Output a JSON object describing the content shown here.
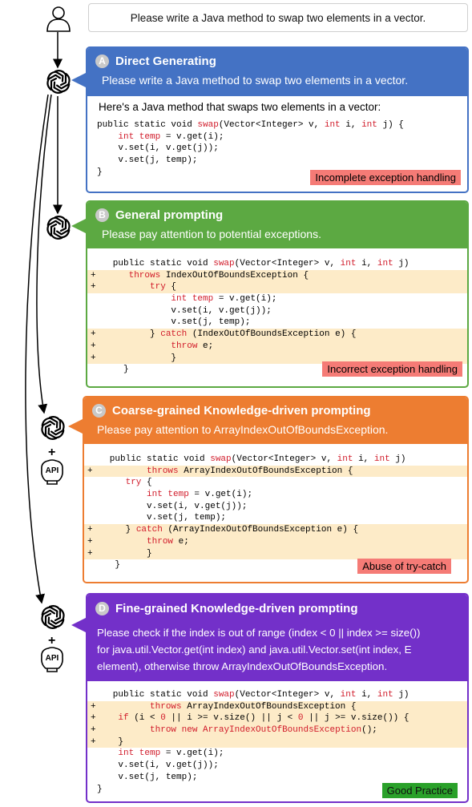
{
  "user_prompt": "Please write a Java method to swap two elements in a vector.",
  "api_label": "API",
  "plus_sign": "+",
  "colors": {
    "A": "#4472c4",
    "B": "#5ca942",
    "C": "#ed7d31",
    "D": "#7330c9"
  },
  "panels": {
    "A": {
      "letter": "A",
      "title": "Direct Generating",
      "prompt": "Please write a Java method to swap two elements in a vector.",
      "intro": "Here's a Java method that swaps two elements in a vector:",
      "code": [
        [
          {
            "t": "public static void "
          },
          {
            "t": "swap",
            "k": 1
          },
          {
            "t": "(Vector<Integer> v, "
          },
          {
            "t": "int",
            "k": 1
          },
          {
            "t": " i, "
          },
          {
            "t": "int",
            "k": 1
          },
          {
            "t": " j) {"
          }
        ],
        [
          {
            "t": "    "
          },
          {
            "t": "int temp",
            "k": 1
          },
          {
            "t": " = v.get(i);"
          }
        ],
        [
          {
            "t": "    v.set(i, v.get(j));"
          }
        ],
        [
          {
            "t": "    v.set(j, temp);"
          }
        ],
        [
          {
            "t": "}"
          }
        ]
      ],
      "tag": "Incomplete exception handling"
    },
    "B": {
      "letter": "B",
      "title": "General prompting",
      "prompt": "Please pay attention to potential exceptions.",
      "code": [
        {
          "add": false,
          "s": [
            {
              "t": "   public static void "
            },
            {
              "t": "swap",
              "k": 1
            },
            {
              "t": "(Vector<Integer> v, "
            },
            {
              "t": "int",
              "k": 1
            },
            {
              "t": " i, "
            },
            {
              "t": "int",
              "k": 1
            },
            {
              "t": " j)"
            }
          ]
        },
        {
          "add": true,
          "s": [
            {
              "t": "      "
            },
            {
              "t": "throws",
              "k": 1
            },
            {
              "t": " IndexOutOfBoundsException {"
            }
          ]
        },
        {
          "add": true,
          "s": [
            {
              "t": "          "
            },
            {
              "t": "try",
              "k": 1
            },
            {
              "t": " {"
            }
          ]
        },
        {
          "add": false,
          "s": [
            {
              "t": "              "
            },
            {
              "t": "int temp",
              "k": 1
            },
            {
              "t": " = v.get(i);"
            }
          ]
        },
        {
          "add": false,
          "s": [
            {
              "t": "              v.set(i, v.get(j));"
            }
          ]
        },
        {
          "add": false,
          "s": [
            {
              "t": "              v.set(j, temp);"
            }
          ]
        },
        {
          "add": true,
          "s": [
            {
              "t": "          } "
            },
            {
              "t": "catch",
              "k": 1
            },
            {
              "t": " (IndexOutOfBoundsException e) {"
            }
          ]
        },
        {
          "add": true,
          "s": [
            {
              "t": "              "
            },
            {
              "t": "throw",
              "k": 1
            },
            {
              "t": " e;"
            }
          ]
        },
        {
          "add": true,
          "s": [
            {
              "t": "              }"
            }
          ]
        },
        {
          "add": false,
          "s": [
            {
              "t": "     }"
            }
          ]
        }
      ],
      "tag": "Incorrect exception handling"
    },
    "C": {
      "letter": "C",
      "title": "Coarse-grained Knowledge-driven prompting",
      "prompt": "Please pay attention to ArrayIndexOutOfBoundsException.",
      "code": [
        {
          "add": false,
          "s": [
            {
              "t": "   public static void "
            },
            {
              "t": "swap",
              "k": 1
            },
            {
              "t": "(Vector<Integer> v, "
            },
            {
              "t": "int",
              "k": 1
            },
            {
              "t": " i, "
            },
            {
              "t": "int",
              "k": 1
            },
            {
              "t": " j)"
            }
          ]
        },
        {
          "add": true,
          "s": [
            {
              "t": "          "
            },
            {
              "t": "throws",
              "k": 1
            },
            {
              "t": " ArrayIndexOutOfBoundsException {"
            }
          ]
        },
        {
          "add": false,
          "s": [
            {
              "t": "      "
            },
            {
              "t": "try",
              "k": 1
            },
            {
              "t": " {"
            }
          ]
        },
        {
          "add": false,
          "s": [
            {
              "t": "          "
            },
            {
              "t": "int temp",
              "k": 1
            },
            {
              "t": " = v.get(i);"
            }
          ]
        },
        {
          "add": false,
          "s": [
            {
              "t": "          v.set(i, v.get(j));"
            }
          ]
        },
        {
          "add": false,
          "s": [
            {
              "t": "          v.set(j, temp);"
            }
          ]
        },
        {
          "add": true,
          "s": [
            {
              "t": "      } "
            },
            {
              "t": "catch",
              "k": 1
            },
            {
              "t": " (ArrayIndexOutOfBoundsException e) {"
            }
          ]
        },
        {
          "add": true,
          "s": [
            {
              "t": "          "
            },
            {
              "t": "throw",
              "k": 1
            },
            {
              "t": " e;"
            }
          ]
        },
        {
          "add": true,
          "s": [
            {
              "t": "          }"
            }
          ]
        },
        {
          "add": false,
          "s": [
            {
              "t": "    }"
            }
          ]
        }
      ],
      "tag": "Abuse of try-catch"
    },
    "D": {
      "letter": "D",
      "title": "Fine-grained Knowledge-driven prompting",
      "prompt_lines": [
        "Please check if the index is out of range (index < 0 || index >= size())",
        "for java.util.Vector.get(int index)  and java.util.Vector.set(int index, E",
        "element), otherwise throw ArrayIndexOutOfBoundsException."
      ],
      "code": [
        {
          "add": false,
          "s": [
            {
              "t": "   public static void "
            },
            {
              "t": "swap",
              "k": 1
            },
            {
              "t": "(Vector<Integer> v, "
            },
            {
              "t": "int",
              "k": 1
            },
            {
              "t": " i, "
            },
            {
              "t": "int",
              "k": 1
            },
            {
              "t": " j)"
            }
          ]
        },
        {
          "add": true,
          "s": [
            {
              "t": "          "
            },
            {
              "t": "throws",
              "k": 1
            },
            {
              "t": " ArrayIndexOutOfBoundsException {"
            }
          ]
        },
        {
          "add": true,
          "s": [
            {
              "t": "    "
            },
            {
              "t": "if",
              "k": 1
            },
            {
              "t": " (i < "
            },
            {
              "t": "0",
              "k": 1
            },
            {
              "t": " || i >= v.size() || j < "
            },
            {
              "t": "0",
              "k": 1
            },
            {
              "t": " || j >= v.size()) {"
            }
          ]
        },
        {
          "add": true,
          "s": [
            {
              "t": "          "
            },
            {
              "t": "throw new",
              "k": 1
            },
            {
              "t": " "
            },
            {
              "t": "ArrayIndexOutOfBoundsException",
              "k": 1
            },
            {
              "t": "();"
            }
          ]
        },
        {
          "add": true,
          "s": [
            {
              "t": "    }"
            }
          ]
        },
        {
          "add": false,
          "s": [
            {
              "t": "    "
            },
            {
              "t": "int temp",
              "k": 1
            },
            {
              "t": " = v.get(i);"
            }
          ]
        },
        {
          "add": false,
          "s": [
            {
              "t": "    v.set(i, v.get(j));"
            }
          ]
        },
        {
          "add": false,
          "s": [
            {
              "t": "    v.set(j, temp);"
            }
          ]
        },
        {
          "add": false,
          "s": [
            {
              "t": "}"
            }
          ]
        }
      ],
      "tag": "Good Practice"
    }
  }
}
